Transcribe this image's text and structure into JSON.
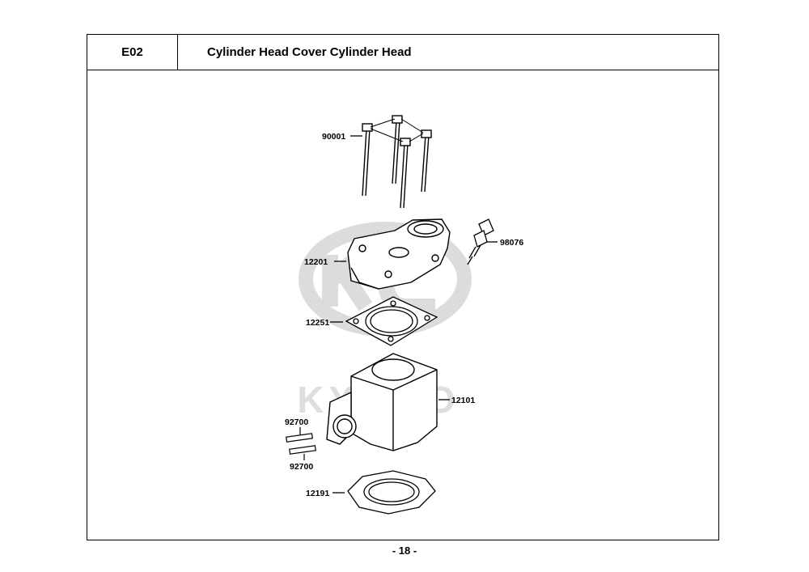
{
  "header": {
    "code": "E02",
    "title": "Cylinder Head Cover  Cylinder Head"
  },
  "watermark": {
    "text": "KYMCO"
  },
  "parts": {
    "p90001": "90001",
    "p98076": "98076",
    "p12201": "12201",
    "p12251": "12251",
    "p12101": "12101",
    "p92700a": "92700",
    "p92700b": "92700",
    "p12191": "12191"
  },
  "footer": {
    "page": "- 18 -"
  }
}
